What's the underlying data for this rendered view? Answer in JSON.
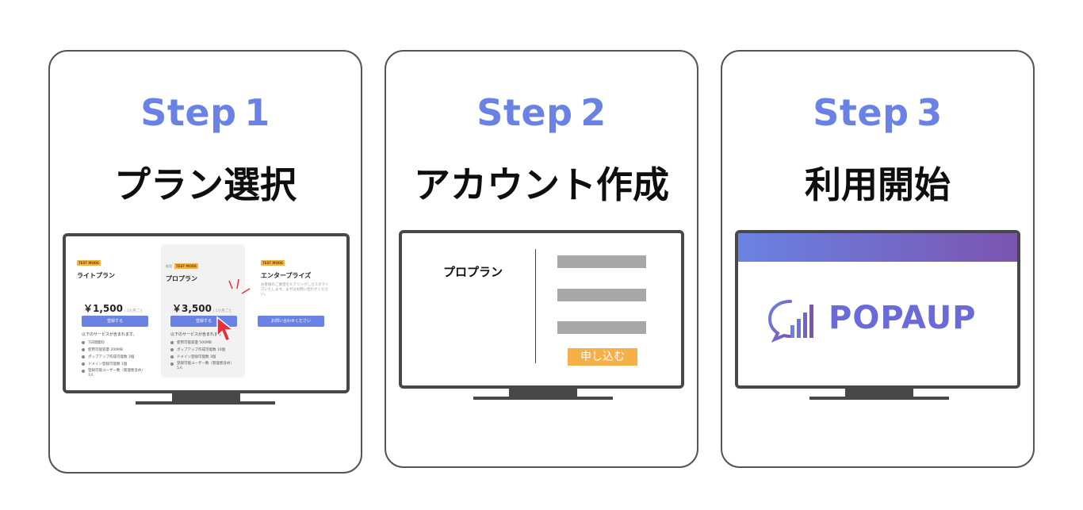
{
  "colors": {
    "accent": "#6a82e3",
    "brand_purple": "#7b55b0",
    "orange": "#f5b04a",
    "cursor_red": "#e8303a"
  },
  "steps": [
    {
      "label": "Step 1",
      "title": "プラン選択",
      "screen": {
        "plans": [
          {
            "tag": "TEST MODE",
            "name": "ライトプラン",
            "price": "￥1,500",
            "price_unit": "/ 1カ月ごと",
            "button": "登録する",
            "features_heading": "以下のサービスが含まれます。",
            "features": [
              "7日間無料",
              "使用可能容量 200MB",
              "ポップアップ作成可能数 3個",
              "ドメイン登録可能数 1個",
              "登録可能ユーザー数（管理者含め）3人"
            ]
          },
          {
            "pre_tag": "推奨",
            "tag": "TEST MODE",
            "name": "プロプラン",
            "price": "￥3,500",
            "price_unit": "/ 1カ月ごと",
            "button": "登録する",
            "features_heading": "以下のサービスが含まれます",
            "features": [
              "使用可能容量 500MB",
              "ポップアップ作成可能数 10個",
              "ドメイン登録可能数 3個",
              "登録可能ユーザー数（管理者含め）5人"
            ]
          },
          {
            "tag": "TEST MODE",
            "name": "エンタープライズ",
            "description": "お客様のご要望をヒアリングしカスタマイズいたします。まずはお問い合わせください。",
            "button": "お問い合わせください"
          }
        ]
      }
    },
    {
      "label": "Step 2",
      "title": "アカウント作成",
      "screen": {
        "plan_name": "プロプラン",
        "submit": "申し込む"
      }
    },
    {
      "label": "Step 3",
      "title": "利用開始",
      "screen": {
        "logo_text": "POPAUP",
        "logo_icon": "chat-bubble-bar-chart-icon"
      }
    }
  ]
}
